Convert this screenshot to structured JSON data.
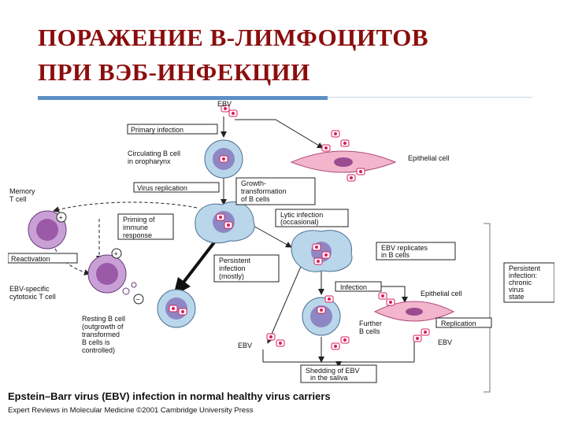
{
  "slide": {
    "title_line1": "ПОРАЖЕНИЕ В-ЛИМФОЦИТОВ",
    "title_line2": "ПРИ ВЭБ-ИНФЕКЦИИ"
  },
  "figure": {
    "labels": {
      "ebv_top": "EBV",
      "primary_infection": "Primary infection",
      "circulating_b_1": "Circulating B cell",
      "circulating_b_2": "in oropharynx",
      "epithelial_top": "Epithelial cell",
      "virus_replication": "Virus replication",
      "growth_1": "Growth-",
      "growth_2": "transformation",
      "growth_3": "of B cells",
      "memory_t_1": "Memory",
      "memory_t_2": "T cell",
      "priming_1": "Priming of",
      "priming_2": "immune",
      "priming_3": "response",
      "lytic_1": "Lytic infection",
      "lytic_2": "(occasional)",
      "reactivation": "Reactivation",
      "ebv_replicates_1": "EBV replicates",
      "ebv_replicates_2": "in B cells",
      "persistent_1": "Persistent",
      "persistent_2": "infection",
      "persistent_3": "(mostly)",
      "ctl_1": "EBV-specific",
      "ctl_2": "cytotoxic T cell",
      "infection": "Infection",
      "epithelial_right": "Epithelial cell",
      "persistent_chronic_1": "Persistent",
      "persistent_chronic_2": "infection:",
      "persistent_chronic_3": "chronic",
      "persistent_chronic_4": "virus",
      "persistent_chronic_5": "state",
      "resting_1": "Resting B cell",
      "resting_2": "(outgrowth of",
      "resting_3": "transformed",
      "resting_4": "B cells is",
      "resting_5": "controlled)",
      "further_1": "Further",
      "further_2": "B cells",
      "replication": "Replication",
      "ebv_left": "EBV",
      "ebv_right": "EBV",
      "shedding_1": "Shedding of EBV",
      "shedding_2": "in the saliva",
      "plus_1": "+",
      "plus_2": "+",
      "minus": "−"
    },
    "caption": "Epstein–Barr virus (EBV) infection in normal healthy virus carriers",
    "credit": "Expert Reviews in Molecular Medicine ©2001 Cambridge University Press"
  },
  "colors": {
    "title": "#8b0d0d",
    "rule": "#5b8fc5",
    "b_cell_outer": "#b9d6ea",
    "b_cell_nucleus": "#8f86c4",
    "t_cell": "#c9a0d6",
    "t_cell_nucleus": "#9a5aa8",
    "epithelial": "#f2b5cc",
    "virion": "#d81e5b"
  }
}
